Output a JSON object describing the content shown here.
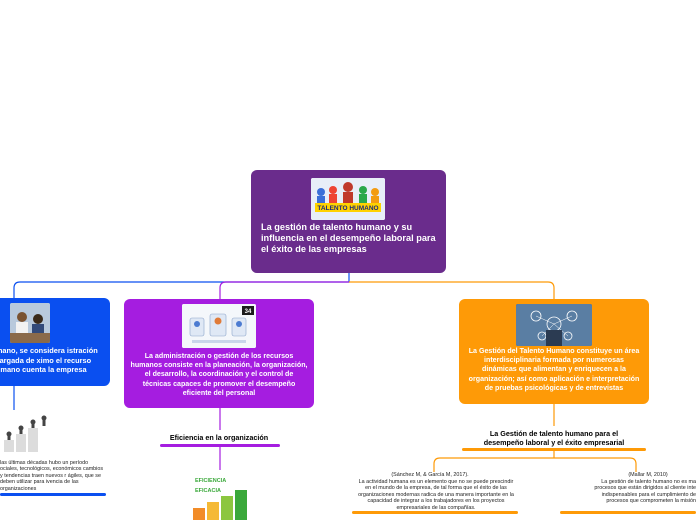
{
  "central": {
    "image_caption": "TALENTO HUMANO",
    "title": "La gestión de talento humano y su influencia en el desempeño laboral para el éxito de las empresas"
  },
  "blue_node": {
    "text": "o humano, se considera istración encargada de ximo el recurso humano cuenta la empresa"
  },
  "purple_node": {
    "image_badge": "34",
    "text": "La administración o gestión de los recursos humanos consiste en la planeación, la organización, el desarrollo, la coordinación y el control de técnicas capaces de promover el desempeño eficiente del personal"
  },
  "orange_node": {
    "text": "La Gestión del Talento Humano constituye un área interdisciplinaria formada por numerosas dinámicas que alimentan y enriquecen a la organización; así como aplicación e interpretación de pruebas psicológicas y de entrevistas"
  },
  "left_branch": {
    "text": "las últimas décadas hubo un período ociales, tecnológicos, económicos cambios y tendencias traen nuevos r ágiles, que se deben utilizar para ivencia de las organizaciones"
  },
  "purple_branch": {
    "label": "Eficiencia en la organización",
    "image_words": [
      "EFICIENCIA",
      "EFICACIA"
    ]
  },
  "orange_branch": {
    "label": "La Gestión de talento humano para el desempeño laboral y el éxito empresarial",
    "left_leaf": {
      "citation": "(Sánchez M, & García M, 2017).",
      "text": "La actividad humana es un elemento que no se puede prescindir en el mundo de la empresa, de tal forma que el éxito de las organizaciones modernas radica de una manera importante en la capacidad de integrar a los trabajadores en los proyectos empresariales de las compañías."
    },
    "right_leaf": {
      "citation": "(Mallar M, 2010)",
      "text": "La gestión de talento humano no es ma procesos que están dirigidos al cliente inte indispensables para el cumplimiento de procesos que comprometen la misión"
    }
  },
  "colors": {
    "central": "#6a2c8c",
    "blue": "#0a4ff0",
    "purple": "#a51de0",
    "orange": "#fe9a07"
  }
}
